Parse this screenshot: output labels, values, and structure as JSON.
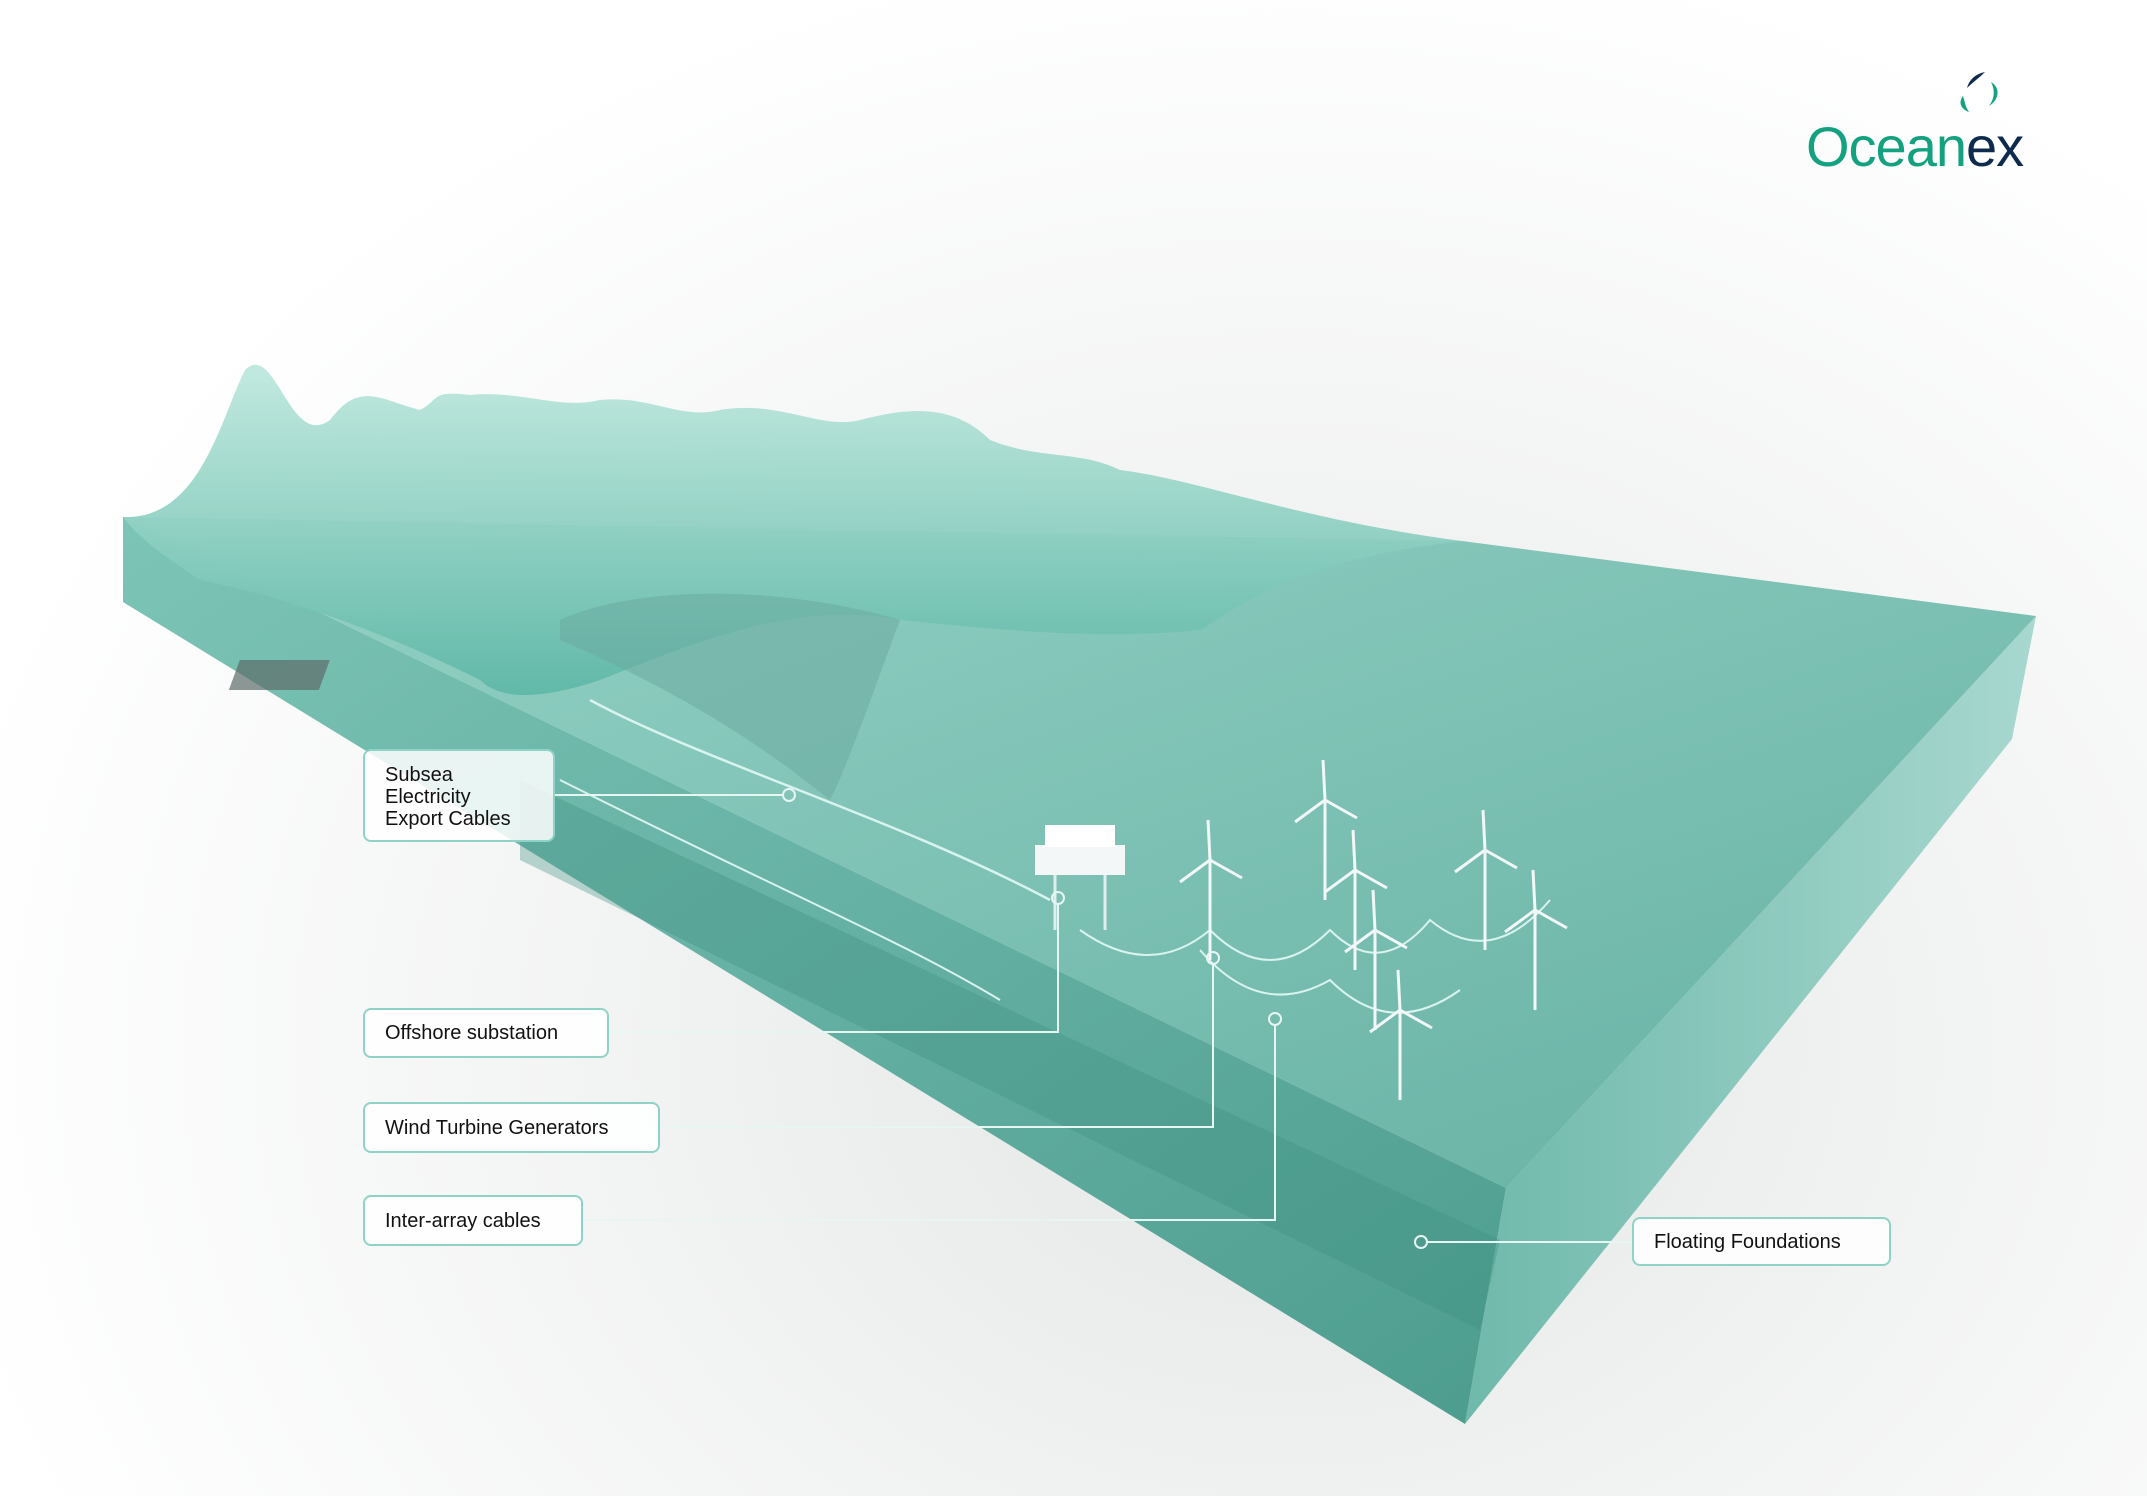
{
  "brand": {
    "name_part1": "Ocean",
    "name_part2": "ex",
    "full_name": "Oceanex",
    "colors": {
      "green": "#13a17f",
      "navy": "#0e2b4e"
    }
  },
  "labels": {
    "export_cables": "Subsea\nElectricity\nExport Cables",
    "substation": "Offshore substation",
    "turbines": "Wind Turbine Generators",
    "inter_array": "Inter-array cables",
    "foundations": "Floating Foundations"
  },
  "colors": {
    "sea": "#5fb3a4",
    "sea_dark": "#3f8f82",
    "land": "#7fcfbf",
    "callout": "#8fd3c6"
  }
}
